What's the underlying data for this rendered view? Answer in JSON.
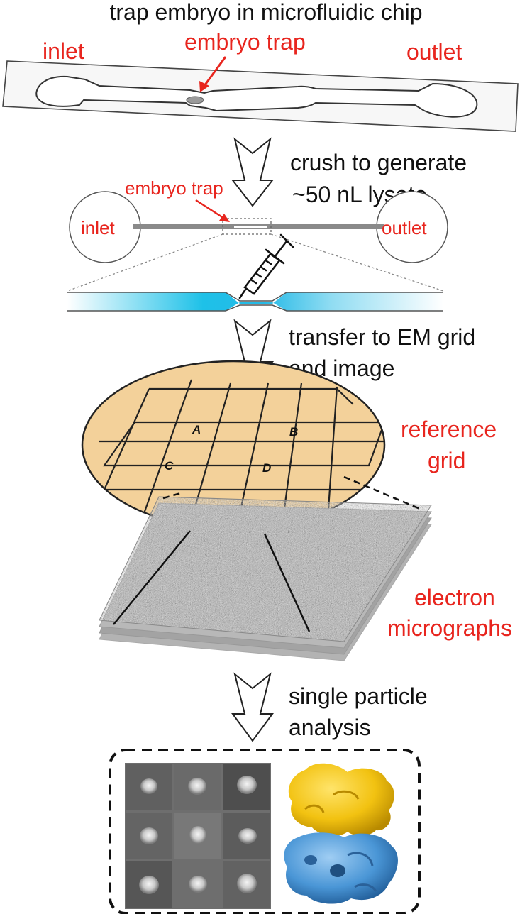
{
  "labels": {
    "step1_title": "trap embryo in microfluidic chip",
    "inlet": "inlet",
    "outlet": "outlet",
    "embryo_trap": "embryo trap",
    "step2_line1": "crush to generate",
    "step2_line2": "~50 nL lysate",
    "step3_line1": "transfer to EM grid",
    "step3_line2": "and image",
    "reference_line1": "reference",
    "reference_line2": "grid",
    "electron_line1": "electron",
    "electron_line2": "micrographs",
    "step4_line1": "single particle",
    "step4_line2": "analysis"
  },
  "grid_letters": [
    "A",
    "B",
    "C",
    "D"
  ],
  "colors": {
    "label_red": "#e8251e",
    "text_black": "#111111",
    "grid_fill": "#f3d19a",
    "lysate_blue": "#1ec1e8",
    "upper_map": "#f2c211",
    "lower_map": "#4a96d6"
  }
}
